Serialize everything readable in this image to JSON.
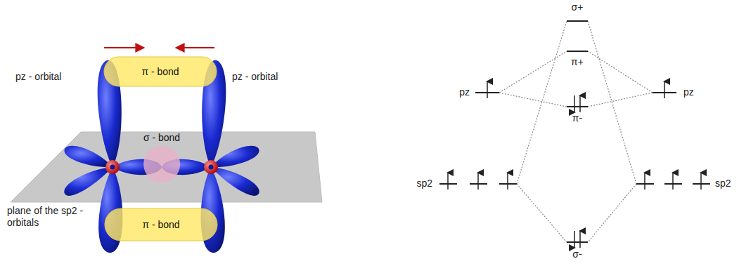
{
  "diagram": {
    "nodes": [
      {
        "text": [
          "π - bond"
        ]
      },
      {
        "text": [
          "σ - bond"
        ]
      },
      {
        "text": [
          "π - bond"
        ]
      }
    ],
    "labels": [
      "pz - orbital",
      "pz - orbital",
      "plane of the sp2 - orbitals",
      "σ+",
      "π+",
      "pz",
      "pz",
      "π-",
      "sp2",
      "sp2",
      "σ-"
    ]
  }
}
